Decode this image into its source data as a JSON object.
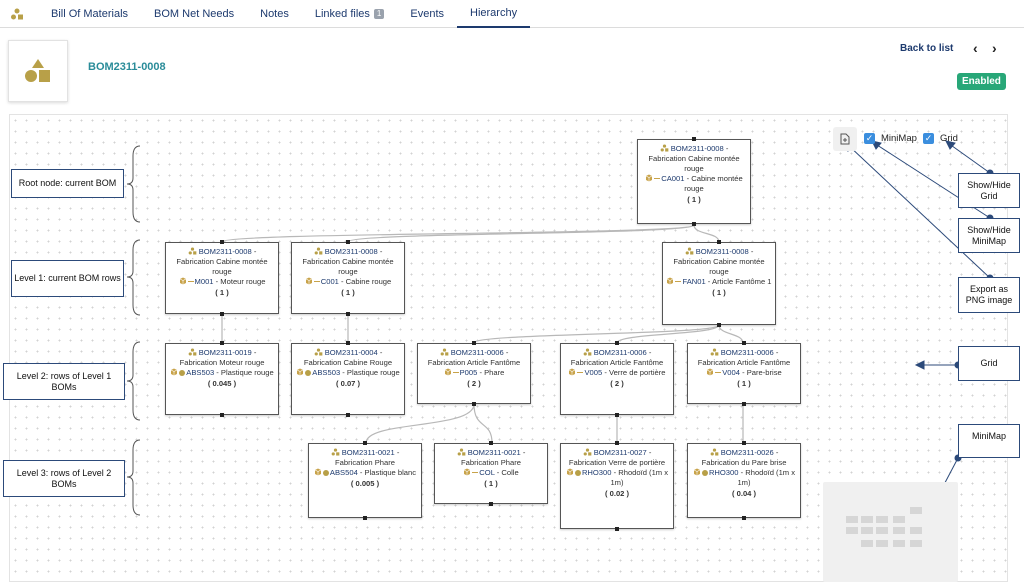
{
  "tabs": [
    {
      "label": "Bill Of Materials"
    },
    {
      "label": "BOM Net Needs"
    },
    {
      "label": "Notes"
    },
    {
      "label": "Linked files",
      "count": "1"
    },
    {
      "label": "Events"
    },
    {
      "label": "Hierarchy",
      "active": true
    }
  ],
  "header": {
    "ref": "BOM2311-0008",
    "back_label": "Back to list",
    "status": "Enabled"
  },
  "toolbar": {
    "minimap_label": "MiniMap",
    "grid_label": "Grid"
  },
  "nodes": {
    "root": {
      "bom": "BOM2311-0008",
      "bom_suffix": " -",
      "desc": "Fabrication Cabine montée rouge",
      "prod": "CA001",
      "prod_desc": " - Cabine montée rouge",
      "qty": "( 1 )"
    },
    "l1a": {
      "bom": "BOM2311-0008",
      "bom_suffix": " -",
      "desc": "Fabrication Cabine montée rouge",
      "prod": "M001",
      "prod_desc": " - Moteur rouge",
      "qty": "( 1 )"
    },
    "l1b": {
      "bom": "BOM2311-0008",
      "bom_suffix": " -",
      "desc": "Fabrication Cabine montée rouge",
      "prod": "C001",
      "prod_desc": " - Cabine rouge",
      "qty": "( 1 )"
    },
    "l1c": {
      "bom": "BOM2311-0008",
      "bom_suffix": " -",
      "desc": "Fabrication Cabine montée rouge",
      "prod": "FAN01",
      "prod_desc": " - Article Fantôme 1",
      "qty": "( 1 )"
    },
    "l2a": {
      "bom": "BOM2311-0019",
      "bom_suffix": " -",
      "desc": "Fabrication Moteur rouge",
      "prod": "ABS503",
      "prod_desc": " - Plastique rouge",
      "qty": "( 0.045 )"
    },
    "l2b": {
      "bom": "BOM2311-0004",
      "bom_suffix": " -",
      "desc": "Fabrication Cabine Rouge",
      "prod": "ABS503",
      "prod_desc": " - Plastique rouge",
      "qty": "( 0.07 )"
    },
    "l2c": {
      "bom": "BOM2311-0006",
      "bom_suffix": " -",
      "desc": "Fabrication Article Fantôme",
      "prod": "P005",
      "prod_desc": " - Phare",
      "qty": "( 2 )"
    },
    "l2d": {
      "bom": "BOM2311-0006",
      "bom_suffix": " -",
      "desc": "Fabrication Article Fantôme",
      "prod": "V005",
      "prod_desc": " - Verre de portière",
      "qty": "( 2 )"
    },
    "l2e": {
      "bom": "BOM2311-0006",
      "bom_suffix": " -",
      "desc": "Fabrication Article Fantôme",
      "prod": "V004",
      "prod_desc": " - Pare-brise",
      "qty": "( 1 )"
    },
    "l3a": {
      "bom": "BOM2311-0021",
      "bom_suffix": " -",
      "desc": "Fabrication Phare",
      "prod": "ABS504",
      "prod_desc": " - Plastique blanc",
      "qty": "( 0.005 )"
    },
    "l3b": {
      "bom": "BOM2311-0021",
      "bom_suffix": " -",
      "desc": "Fabrication Phare",
      "prod": "COL",
      "prod_desc": " - Colle",
      "qty": "( 1 )"
    },
    "l3c": {
      "bom": "BOM2311-0027",
      "bom_suffix": " -",
      "desc": "Fabrication Verre de portière",
      "prod": "RHO300",
      "prod_desc": " - Rhodoïd (1m x 1m)",
      "qty": "( 0.02 )"
    },
    "l3d": {
      "bom": "BOM2311-0026",
      "bom_suffix": " -",
      "desc": "Fabrication du Pare brise",
      "prod": "RHO300",
      "prod_desc": " - Rhodoïd (1m x 1m)",
      "qty": "( 0.04 )"
    }
  },
  "annotations": {
    "root": "Root node: current BOM",
    "level1": "Level 1: current BOM rows",
    "level2": "Level 2: rows of Level 1 BOMs",
    "level3": "Level 3: rows of Level 2 BOMs",
    "show_grid": "Show/Hide Grid",
    "show_minimap": "Show/Hide MiniMap",
    "export_png": "Export as PNG image",
    "grid": "Grid",
    "minimap": "MiniMap"
  },
  "colors": {
    "accent": "#1d3a6e",
    "ref_teal": "#2a8c99",
    "enabled_green": "#28a778",
    "checkbox_blue": "#3b8ede",
    "icon_gold": "#b8a048"
  }
}
